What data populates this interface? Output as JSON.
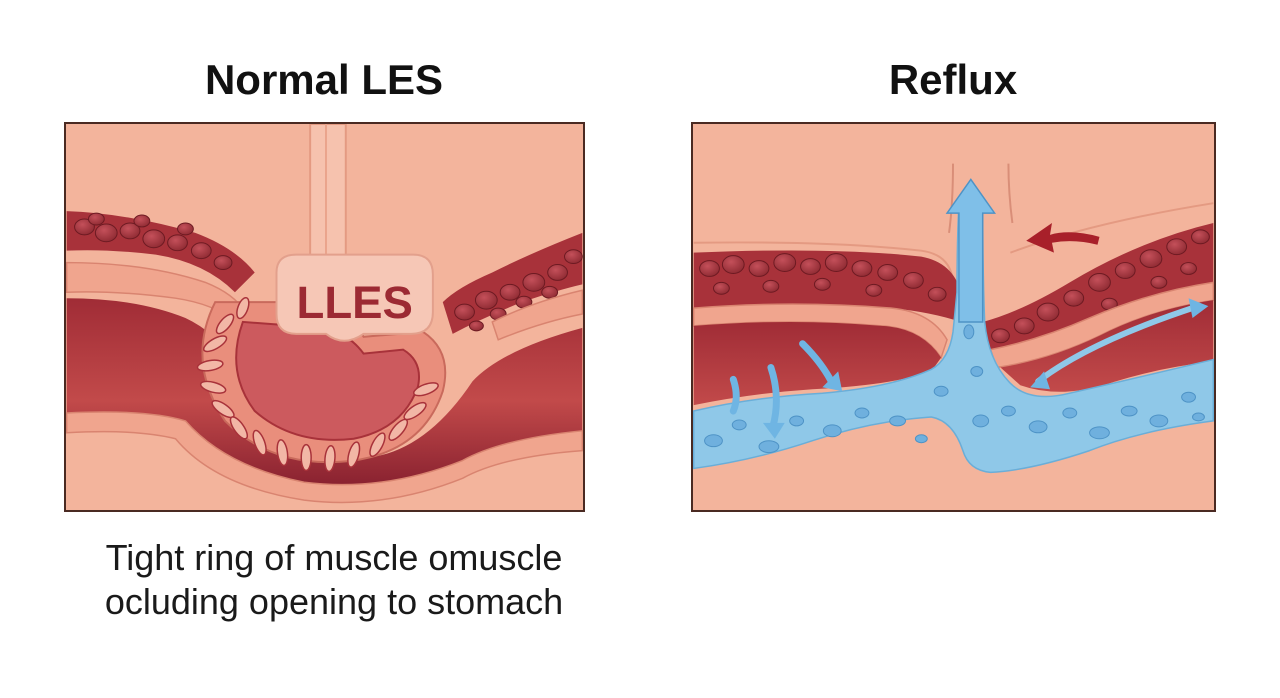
{
  "panels": [
    {
      "title": "Normal LES",
      "label": "LLES",
      "caption_lines": [
        "Tight ring of muscle omuscle",
        "ocluding opening to stomach"
      ]
    },
    {
      "title": "Reflux"
    }
  ],
  "colors": {
    "tissue_background": "#f3b49c",
    "muscle_dark": "#a8323a",
    "muscle_deep": "#7e1f26",
    "lining": "#f0a58e",
    "acid_fluid": "#8fc8e8",
    "acid_arrow": "#6fb5e3",
    "red_arrow": "#a8202a",
    "outline": "#4a2a22"
  },
  "icons": [
    "red-arrow-icon",
    "blue-arrow-icon"
  ]
}
